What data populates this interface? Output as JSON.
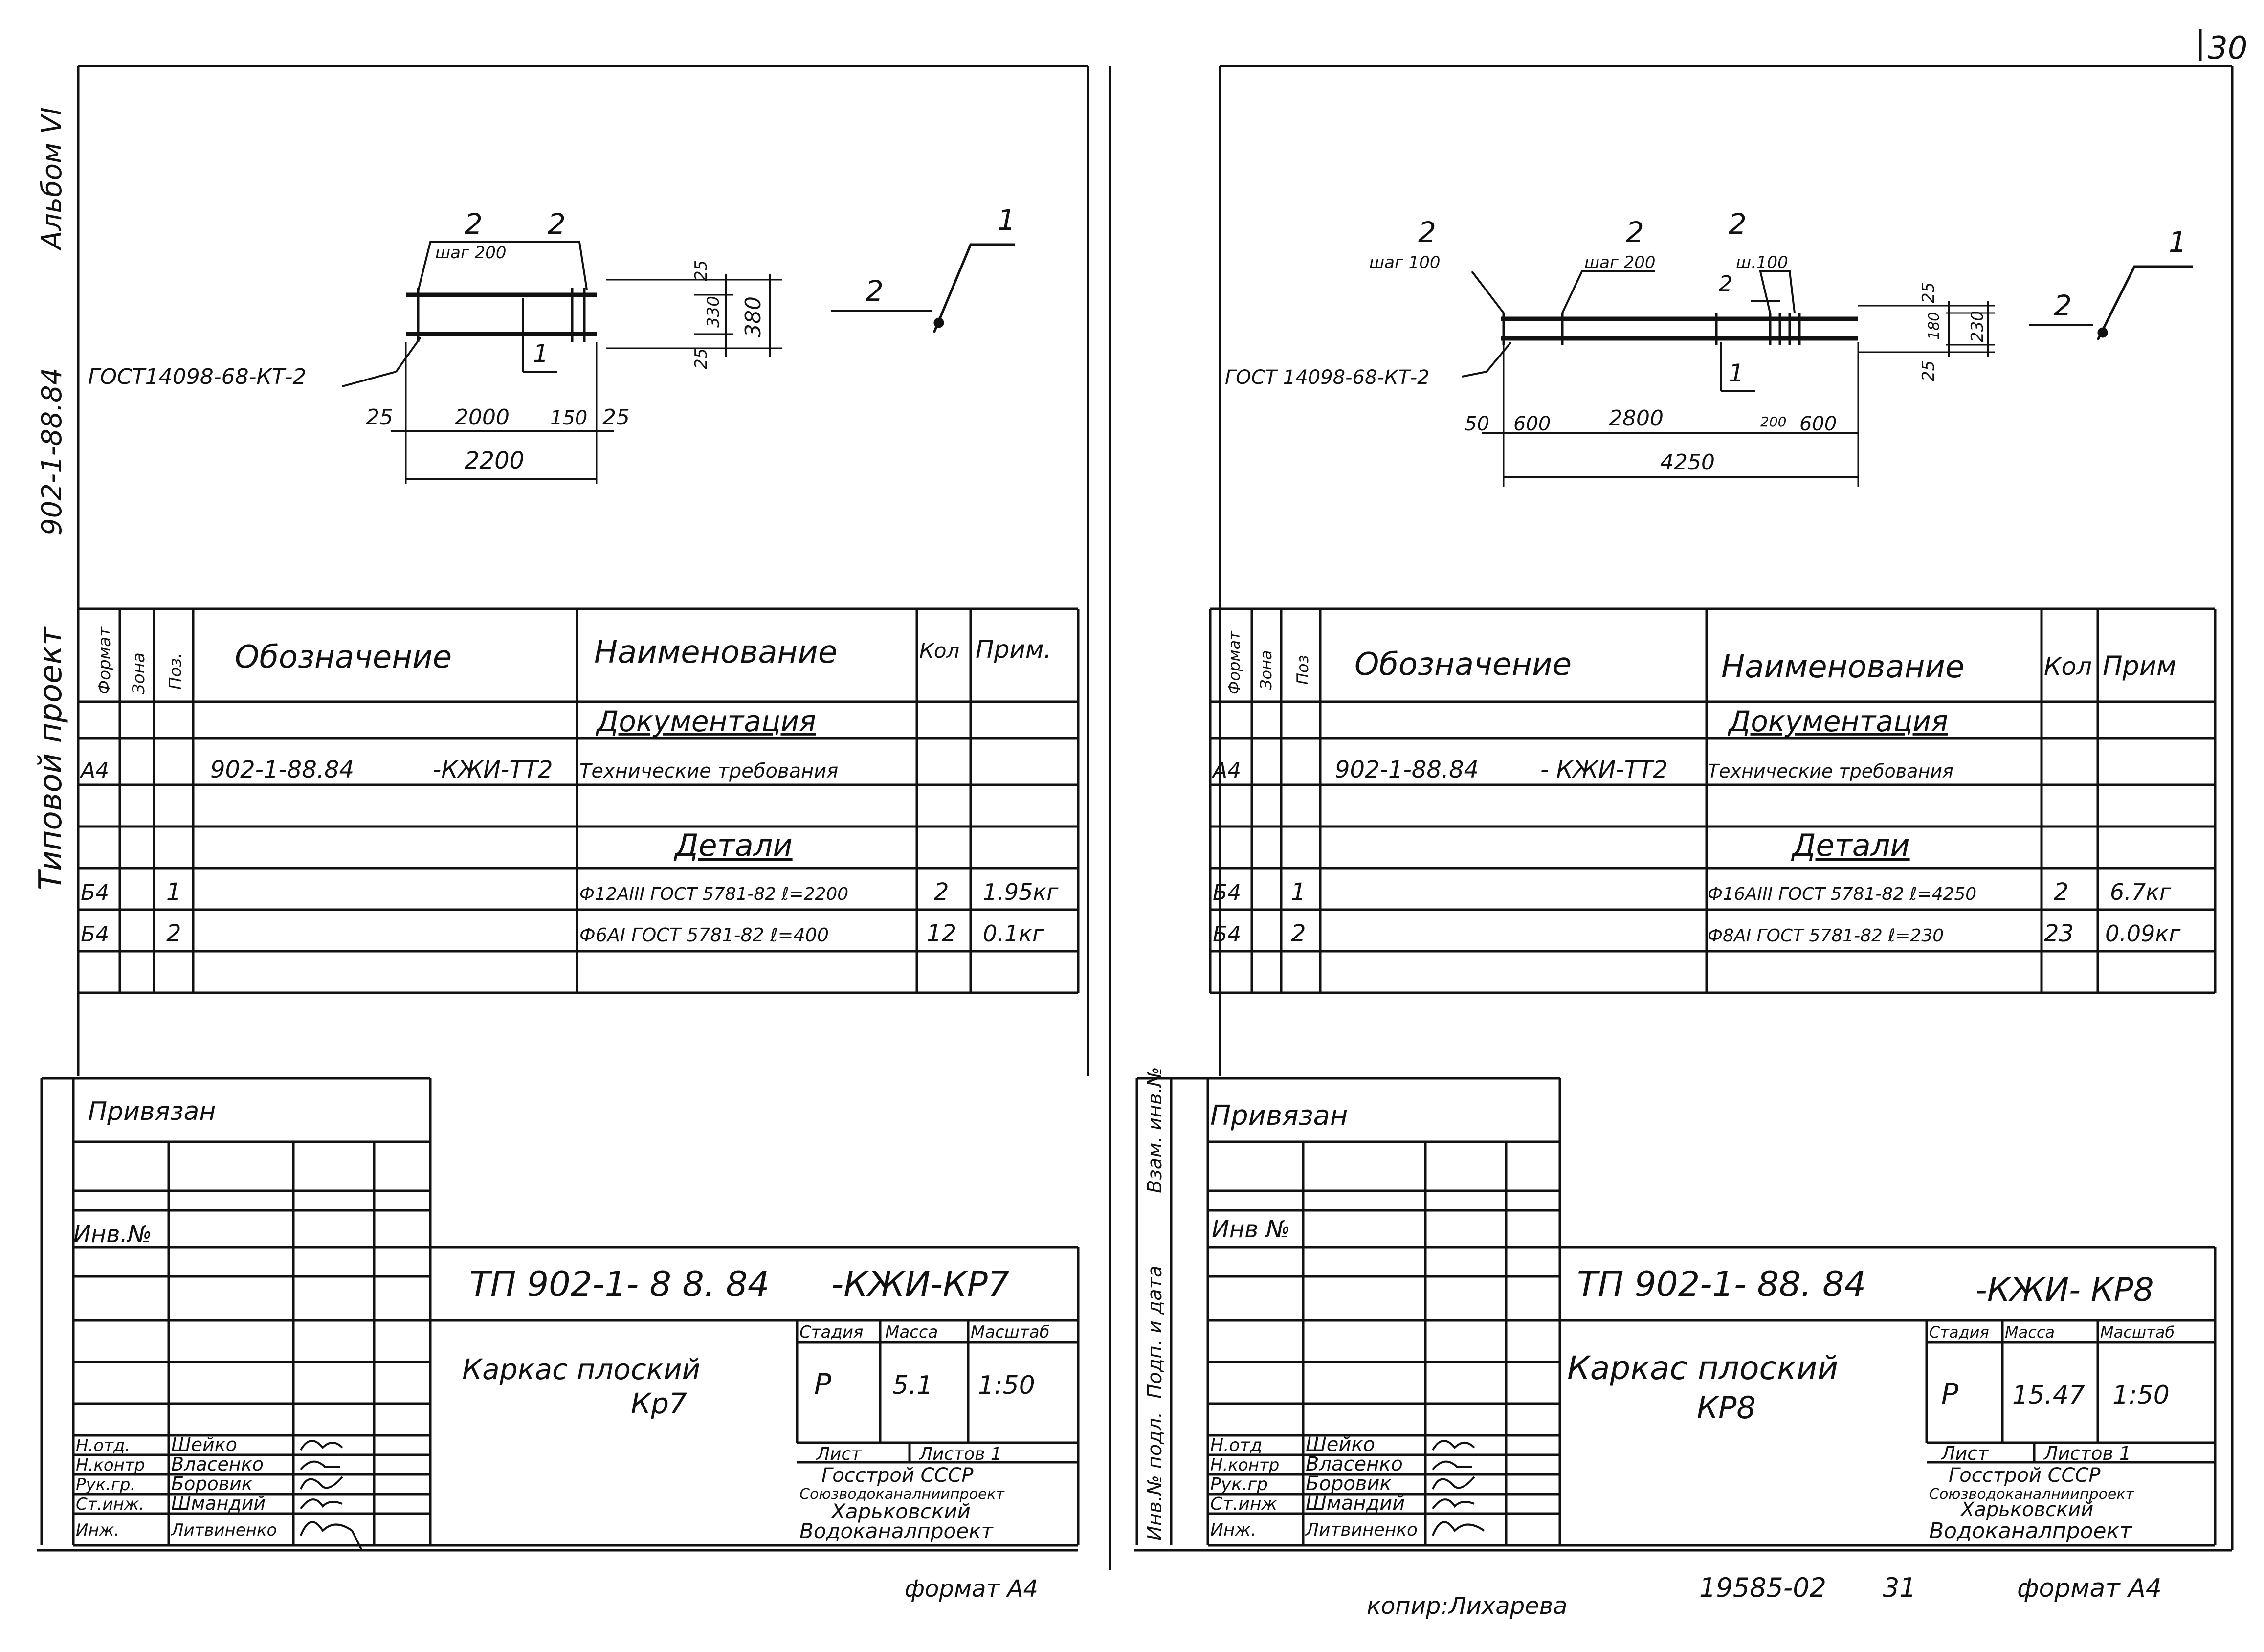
{
  "page": {
    "sheet_number": "30",
    "left_margin_album": "Альбом VI",
    "left_margin_code": "902-1-88.84",
    "left_margin_project": "Типовой проект",
    "side_stamp_1": "Инв.№ подл.",
    "side_stamp_2": "Подп. и дата",
    "side_stamp_3": "Взам. инв.№",
    "footer_format_left": "формат А4",
    "footer_copier": "копир:Лихарева",
    "footer_order": "19585-02",
    "footer_sheet": "31",
    "footer_format_right": "формат А4"
  },
  "sheets": [
    {
      "drawing": {
        "dim_pos_top_1": "2",
        "dim_pos_top_2": "2",
        "dim_step": "шаг 200",
        "dim_right_25_top": "25",
        "dim_330": "330",
        "dim_380": "380",
        "dim_right_25_bot": "25",
        "leader_gost": "ГОСТ14098-68-КТ-2",
        "leader_pos1": "1",
        "dim_left_25": "25",
        "dim_2000": "2000",
        "dim_150": "150",
        "dim_right_25": "25",
        "dim_total": "2200",
        "section_pos1": "1",
        "section_pos2": "2"
      },
      "spec": {
        "headers": {
          "format": "Формат",
          "zone": "Зона",
          "pos": "Поз.",
          "designation": "Обозначение",
          "name": "Наименование",
          "qty": "Кол",
          "note": "Прим."
        },
        "section_docs": "Документация",
        "doc_row": {
          "format": "А4",
          "designation_a": "902-1-88.84",
          "designation_b": "-КЖИ-ТТ2",
          "name": "Технические требования"
        },
        "section_parts": "Детали",
        "rows": [
          {
            "format": "Б4",
            "pos": "1",
            "name": "Ф12АIII ГОСТ 5781-82 ℓ=2200",
            "qty": "2",
            "note": "1.95кг"
          },
          {
            "format": "Б4",
            "pos": "2",
            "name": "Ф6АI ГОСТ 5781-82 ℓ=400",
            "qty": "12",
            "note": "0.1кг"
          }
        ]
      },
      "stamp": {
        "attached": "Привязан",
        "inv": "Инв.№",
        "code": "ТП 902-1- 8 8. 84",
        "code_suffix": "-КЖИ-КР7",
        "title_line1": "Каркас плоский",
        "title_line2": "Кр7",
        "stage_label": "Стадия",
        "mass_label": "Масса",
        "scale_label": "Масштаб",
        "stage": "Р",
        "mass": "5.1",
        "scale": "1:50",
        "sheet_label": "Лист",
        "sheets_label": "Листов 1",
        "org1": "Госстрой СССР",
        "org2": "Союзводоканалниипроект",
        "org3": "Харьковский",
        "org4": "Водоканалпроект",
        "people": [
          {
            "role": "Н.отд.",
            "name": "Шейко"
          },
          {
            "role": "Н.контр",
            "name": "Власенко"
          },
          {
            "role": "Рук.гр.",
            "name": "Боровик"
          },
          {
            "role": "Ст.инж.",
            "name": "Шмандий"
          },
          {
            "role": "Инж.",
            "name": "Литвиненко"
          }
        ]
      }
    },
    {
      "drawing": {
        "dim_pos_a": "2",
        "dim_step_a": "шаг 100",
        "dim_pos_b": "2",
        "dim_step_b": "шаг 200",
        "dim_pos_c": "2",
        "dim_step_c": "ш.100",
        "dim_pos_d": "2",
        "dim_right_25_top": "25",
        "dim_180": "180",
        "dim_230": "230",
        "dim_right_25_bot": "25",
        "leader_gost": "ГОСТ 14098-68-КТ-2",
        "leader_pos1": "1",
        "dim_50": "50",
        "dim_600_left": "600",
        "dim_2800": "2800",
        "dim_200": "200",
        "dim_600_right": "600",
        "dim_total": "4250",
        "section_pos1": "1",
        "section_pos2": "2"
      },
      "spec": {
        "headers": {
          "format": "Формат",
          "zone": "Зона",
          "pos": "Поз",
          "designation": "Обозначение",
          "name": "Наименование",
          "qty": "Кол",
          "note": "Прим"
        },
        "section_docs": "Документация",
        "doc_row": {
          "format": "А4",
          "designation_a": "902-1-88.84",
          "designation_b": "- КЖИ-ТТ2",
          "name": "Технические требования"
        },
        "section_parts": "Детали",
        "rows": [
          {
            "format": "Б4",
            "pos": "1",
            "name": "Ф16АIII ГОСТ 5781-82 ℓ=4250",
            "qty": "2",
            "note": "6.7кг"
          },
          {
            "format": "Б4",
            "pos": "2",
            "name": "Ф8АI ГОСТ 5781-82 ℓ=230",
            "qty": "23",
            "note": "0.09кг"
          }
        ]
      },
      "stamp": {
        "attached": "Привязан",
        "inv": "Инв №",
        "code": "ТП 902-1- 88. 84",
        "code_suffix": "-КЖИ- КР8",
        "title_line1": "Каркас плоский",
        "title_line2": "КР8",
        "stage_label": "Стадия",
        "mass_label": "Масса",
        "scale_label": "Масштаб",
        "stage": "Р",
        "mass": "15.47",
        "scale": "1:50",
        "sheet_label": "Лист",
        "sheets_label": "Листов 1",
        "org1": "Госстрой СССР",
        "org2": "Союзводоканалниипроект",
        "org3": "Харьковский",
        "org4": "Водоканалпроект",
        "people": [
          {
            "role": "Н.отд",
            "name": "Шейко"
          },
          {
            "role": "Н.контр",
            "name": "Власенко"
          },
          {
            "role": "Рук.гр",
            "name": "Боровик"
          },
          {
            "role": "Ст.инж",
            "name": "Шмандий"
          },
          {
            "role": "Инж.",
            "name": "Литвиненко"
          }
        ]
      }
    }
  ]
}
